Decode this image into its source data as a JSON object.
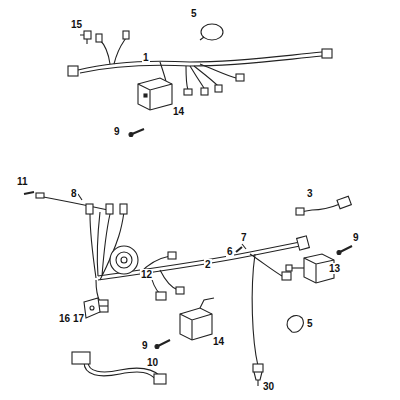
{
  "diagram": {
    "labels": [
      "15",
      "5",
      "1",
      "14",
      "9",
      "11",
      "8",
      "3",
      "6",
      "7",
      "9",
      "12",
      "2",
      "13",
      "16",
      "17",
      "14",
      "5",
      "9",
      "10",
      "30"
    ]
  }
}
